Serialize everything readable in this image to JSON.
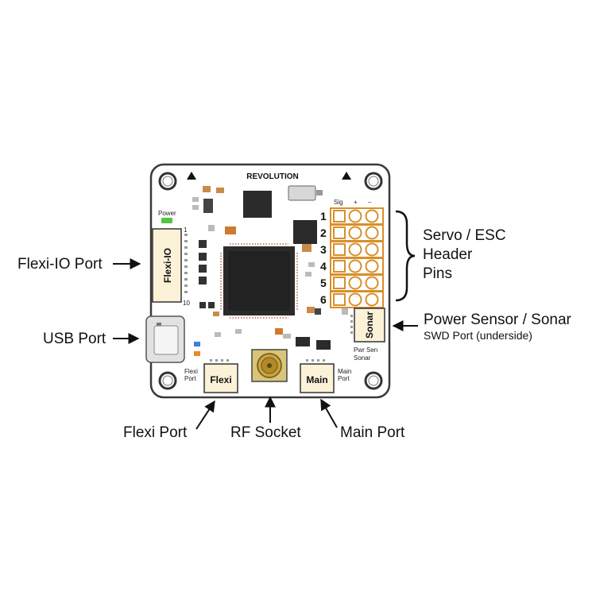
{
  "board": {
    "brand": "REVOLUTION",
    "power_led_label": "Power",
    "flexi_io_pin_first": "1",
    "flexi_io_pin_last": "10",
    "header_col_labels": [
      "Sig",
      "+",
      "–"
    ],
    "pin_numbers": [
      "1",
      "2",
      "3",
      "4",
      "5",
      "6"
    ],
    "flexi_io_connector": "Flexi-IO",
    "sonar_connector": "Sonar",
    "flexi_connector": "Flexi",
    "main_connector": "Main",
    "flexi_port_small": [
      "Flexi",
      "Port"
    ],
    "main_port_small": [
      "Main",
      "Port"
    ],
    "pwr_sen_small": [
      "Pwr Sen",
      "Sonar"
    ]
  },
  "callouts": {
    "flexi_io_port": "Flexi-IO Port",
    "usb_port": "USB Port",
    "servo_esc": [
      "Servo / ESC",
      "Header",
      "Pins"
    ],
    "power_sensor": "Power Sensor / Sonar",
    "swd_port": "SWD Port (underside)",
    "flexi_port": "Flexi Port",
    "rf_socket": "RF Socket",
    "main_port": "Main Port"
  },
  "colors": {
    "board": "#ffffff",
    "board_outline": "#3a3a3a",
    "chip": "#2b2b2b",
    "pin_gold": "#d98f2a",
    "connector_fill": "#fbf2d8",
    "rf_gold": "#c9a23a",
    "led_green": "#55c445",
    "led_blue": "#3e7de0",
    "led_orange": "#e8892a"
  }
}
